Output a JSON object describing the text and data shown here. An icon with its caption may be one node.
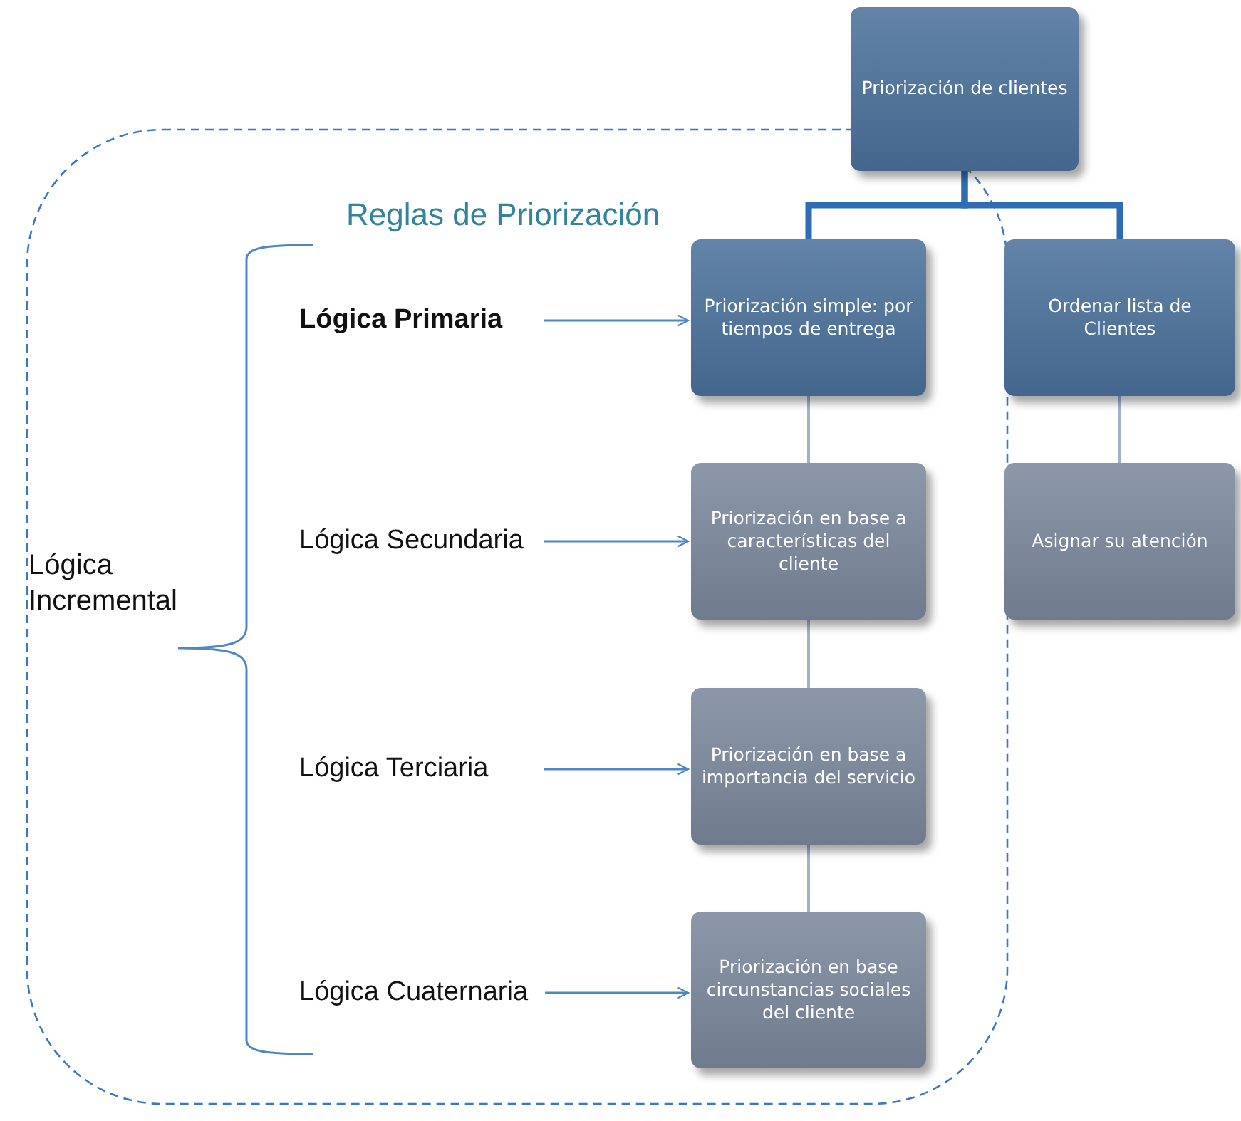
{
  "diagram": {
    "nodes": [
      {
        "text": [
          "Priorización de clientes"
        ]
      },
      {
        "text": [
          "Reglas de Priorización"
        ]
      },
      {
        "text": [
          "Lógica Primaria"
        ],
        "in": 1
      },
      {
        "text": [
          "Priorización simple: por tiempos de entrega"
        ],
        "in": 1
      },
      {
        "text": [
          "Ordenar lista de Clientes"
        ]
      },
      {
        "text": [
          "Lógica Secundaria"
        ],
        "in": 1
      },
      {
        "text": [
          "Priorización en base a características del cliente"
        ],
        "in": 1
      },
      {
        "text": [
          "Asignar su atención"
        ]
      },
      {
        "text": [
          "Lógica Terciaria"
        ],
        "in": 1
      },
      {
        "text": [
          "Priorización en base a importancia del servicio"
        ],
        "in": 1
      },
      {
        "text": [
          "Lógica Cuaternaria"
        ],
        "in": 1
      },
      {
        "text": [
          "Priorización en base circunstancias sociales del cliente"
        ],
        "in": 1
      }
    ],
    "edges": [
      {
        "from": 0,
        "to": 3,
        "arrow": "none",
        "style": "thick",
        "color": "#2e6db4"
      },
      {
        "from": 0,
        "to": 4,
        "arrow": "none",
        "style": "thick",
        "color": "#2e6db4"
      },
      {
        "from": 3,
        "to": 6,
        "arrow": "none"
      },
      {
        "from": 6,
        "to": 9,
        "arrow": "none"
      },
      {
        "from": 9,
        "to": 11,
        "arrow": "none"
      },
      {
        "from": 4,
        "to": 7,
        "arrow": "none"
      },
      {
        "from": 2,
        "to": 3,
        "arrow": "to",
        "color": "#4f86c6"
      },
      {
        "from": 5,
        "to": 6,
        "arrow": "to",
        "color": "#4f86c6"
      },
      {
        "from": 8,
        "to": 9,
        "arrow": "to",
        "color": "#4f86c6"
      },
      {
        "from": 10,
        "to": 11,
        "arrow": "to",
        "color": "#4f86c6"
      }
    ],
    "labels": [
      "Lógica Incremental"
    ]
  }
}
